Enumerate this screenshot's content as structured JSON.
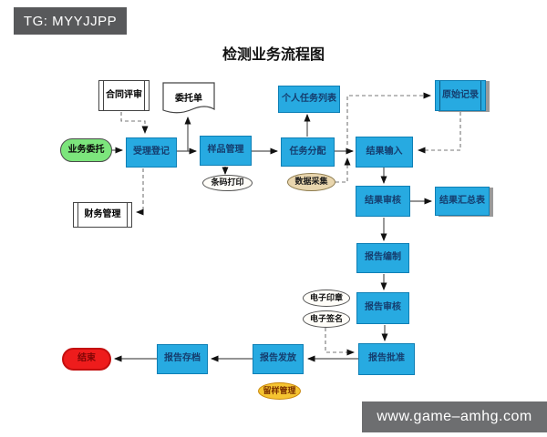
{
  "title": "检测业务流程图",
  "watermarks": {
    "top_left": "TG: MYYJJPP",
    "bottom_right": "www.game–amhg.com"
  },
  "colors": {
    "background": "#ffffff",
    "process_fill": "#27aae1",
    "process_text": "#153d6e",
    "start_fill": "#7ce57c",
    "end_fill": "#ee1c1c",
    "data_collection_fill": "#e9d6ae",
    "sample_retention_fill": "#f5c431",
    "watermark_top_bg": "#58595b",
    "watermark_bottom_bg": "#6d6e70"
  },
  "nodes": {
    "business_commission": {
      "label": "业务委托"
    },
    "contract_review": {
      "label": "合同评审"
    },
    "commission_form": {
      "label": "委托单"
    },
    "acceptance_registration": {
      "label": "受理登记"
    },
    "sample_management": {
      "label": "样品管理"
    },
    "barcode_printing": {
      "label": "条码打印"
    },
    "financial_management": {
      "label": "财务管理"
    },
    "personal_task_list": {
      "label": "个人任务列表"
    },
    "task_assignment": {
      "label": "任务分配"
    },
    "data_collection": {
      "label": "数据采集"
    },
    "original_records": {
      "label": "原始记录"
    },
    "result_input": {
      "label": "结果输入"
    },
    "result_review": {
      "label": "结果审核"
    },
    "result_summary_table": {
      "label": "结果汇总表"
    },
    "report_compilation": {
      "label": "报告编制"
    },
    "report_review": {
      "label": "报告审核"
    },
    "electronic_seal": {
      "label": "电子印章"
    },
    "electronic_signature": {
      "label": "电子签名"
    },
    "report_approval": {
      "label": "报告批准"
    },
    "report_issuance": {
      "label": "报告发放"
    },
    "sample_retention": {
      "label": "留样管理"
    },
    "report_archiving": {
      "label": "报告存档"
    },
    "end": {
      "label": "结束"
    }
  }
}
